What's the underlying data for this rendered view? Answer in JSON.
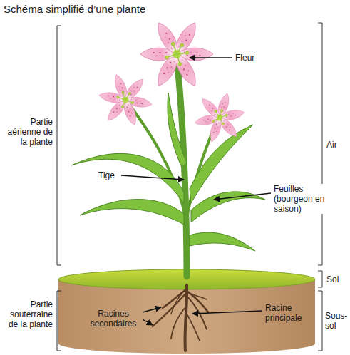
{
  "diagram": {
    "title": "Schéma simplifié d’une plante",
    "labels": [
      "Fleur",
      "Partie aérienne de la plante",
      "Air",
      "Tige",
      "Feuilles (bourgeon en saison)",
      "Sol",
      "Partie souterraine de la plante",
      "Racine principale",
      "Sous-sol",
      "Racines secondaires"
    ]
  }
}
